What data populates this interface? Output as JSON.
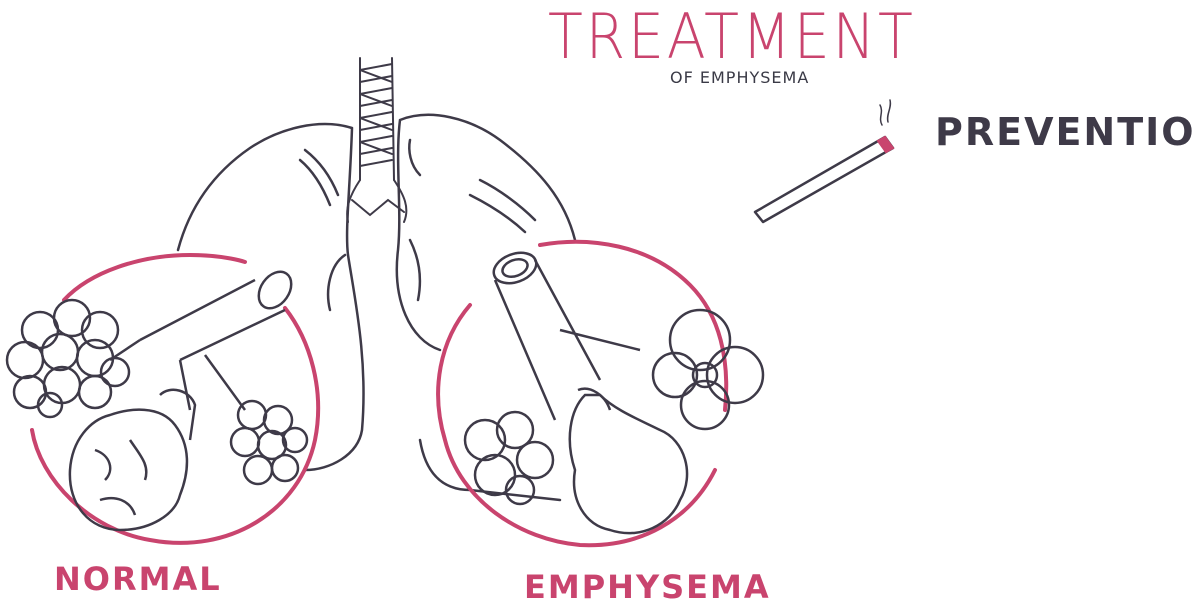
{
  "title": "TREATMENT",
  "subtitle": "OF EMPHYSEMA",
  "prevention_label": "PREVENTION",
  "labels": {
    "normal": "NORMAL",
    "emphysema": "EMPHYSEMA"
  },
  "colors": {
    "accent": "#c9446e",
    "ink": "#3e3a48",
    "background": "#ffffff"
  },
  "icons": [
    "lungs-icon",
    "trachea-icon",
    "normal-alveoli-icon",
    "emphysema-alveoli-icon",
    "cigarette-icon"
  ]
}
